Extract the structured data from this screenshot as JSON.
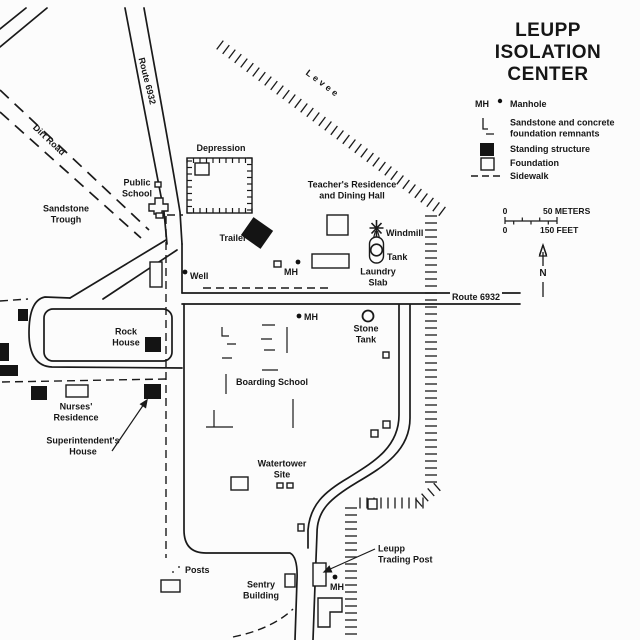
{
  "title": {
    "text": "LEUPP\nISOLATION CENTER"
  },
  "legend": {
    "manhole_symbol": "MH",
    "manhole": "Manhole",
    "remnants": "Sandstone and concrete\nfoundation remnants",
    "standing_structure": "Standing structure",
    "foundation": "Foundation",
    "sidewalk": "Sidewalk"
  },
  "scale": {
    "zero_top": "0",
    "meters": "50 METERS",
    "zero_bottom": "0",
    "feet": "150 FEET"
  },
  "compass": {
    "n": "N"
  },
  "labels": {
    "levee": "Levee",
    "route_north": "Route 6932",
    "route_east": "Route 6932",
    "dirt_road": "Dirt Road",
    "public_school": "Public\nSchool",
    "sandstone_trough": "Sandstone\nTrough",
    "depression": "Depression",
    "trailer": "Trailer",
    "teachers_residence": "Teacher's Residence\nand Dining Hall",
    "windmill": "Windmill",
    "tank": "Tank",
    "laundry_slab": "Laundry\nSlab",
    "well": "Well",
    "mh": "MH",
    "stone_tank": "Stone\nTank",
    "rock_house": "Rock\nHouse",
    "boarding_school": "Boarding School",
    "nurses_residence": "Nurses'\nResidence",
    "superintendents_house": "Superintendent's\nHouse",
    "watertower_site": "Watertower\nSite",
    "posts": "Posts",
    "sentry_building": "Sentry\nBuilding",
    "leupp_trading_post": "Leupp\nTrading Post"
  },
  "colors": {
    "line": "#1a1a1a",
    "background": "#fcfcfc"
  }
}
